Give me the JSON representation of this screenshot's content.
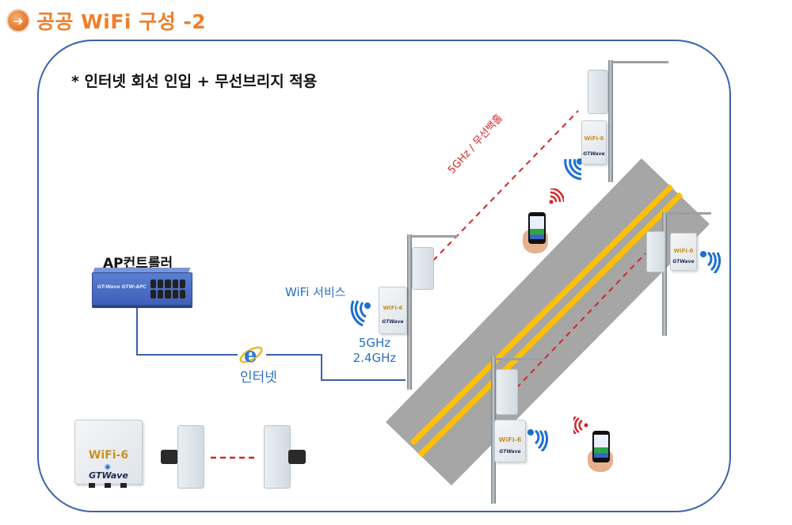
{
  "header": {
    "icon": "arrow-right-circle-icon",
    "title": "공공 WiFi 구성 -2"
  },
  "diagram": {
    "subtitle": "* 인터넷  회선 인입 + 무선브리지 적용",
    "ap_controller": {
      "label": "AP컨트롤러",
      "brand_text": "GT-Wave  GTW-APC"
    },
    "internet": {
      "icon": "internet-explorer-icon",
      "label": "인터넷"
    },
    "wifi_service": {
      "label": "WiFi 서비스",
      "bands": [
        "5GHz",
        "2.4GHz"
      ]
    },
    "backhaul_label": "5GHz / 무선백홀",
    "device_labels": {
      "model": "WiFi-6",
      "brand": "GTWave"
    },
    "colors": {
      "title": "#f07f2a",
      "frame": "#3a62a8",
      "link_blue": "#2a6fc4",
      "backhaul_red": "#d4252a",
      "road": "#a6a6a6",
      "lane": "#ffc000"
    }
  }
}
